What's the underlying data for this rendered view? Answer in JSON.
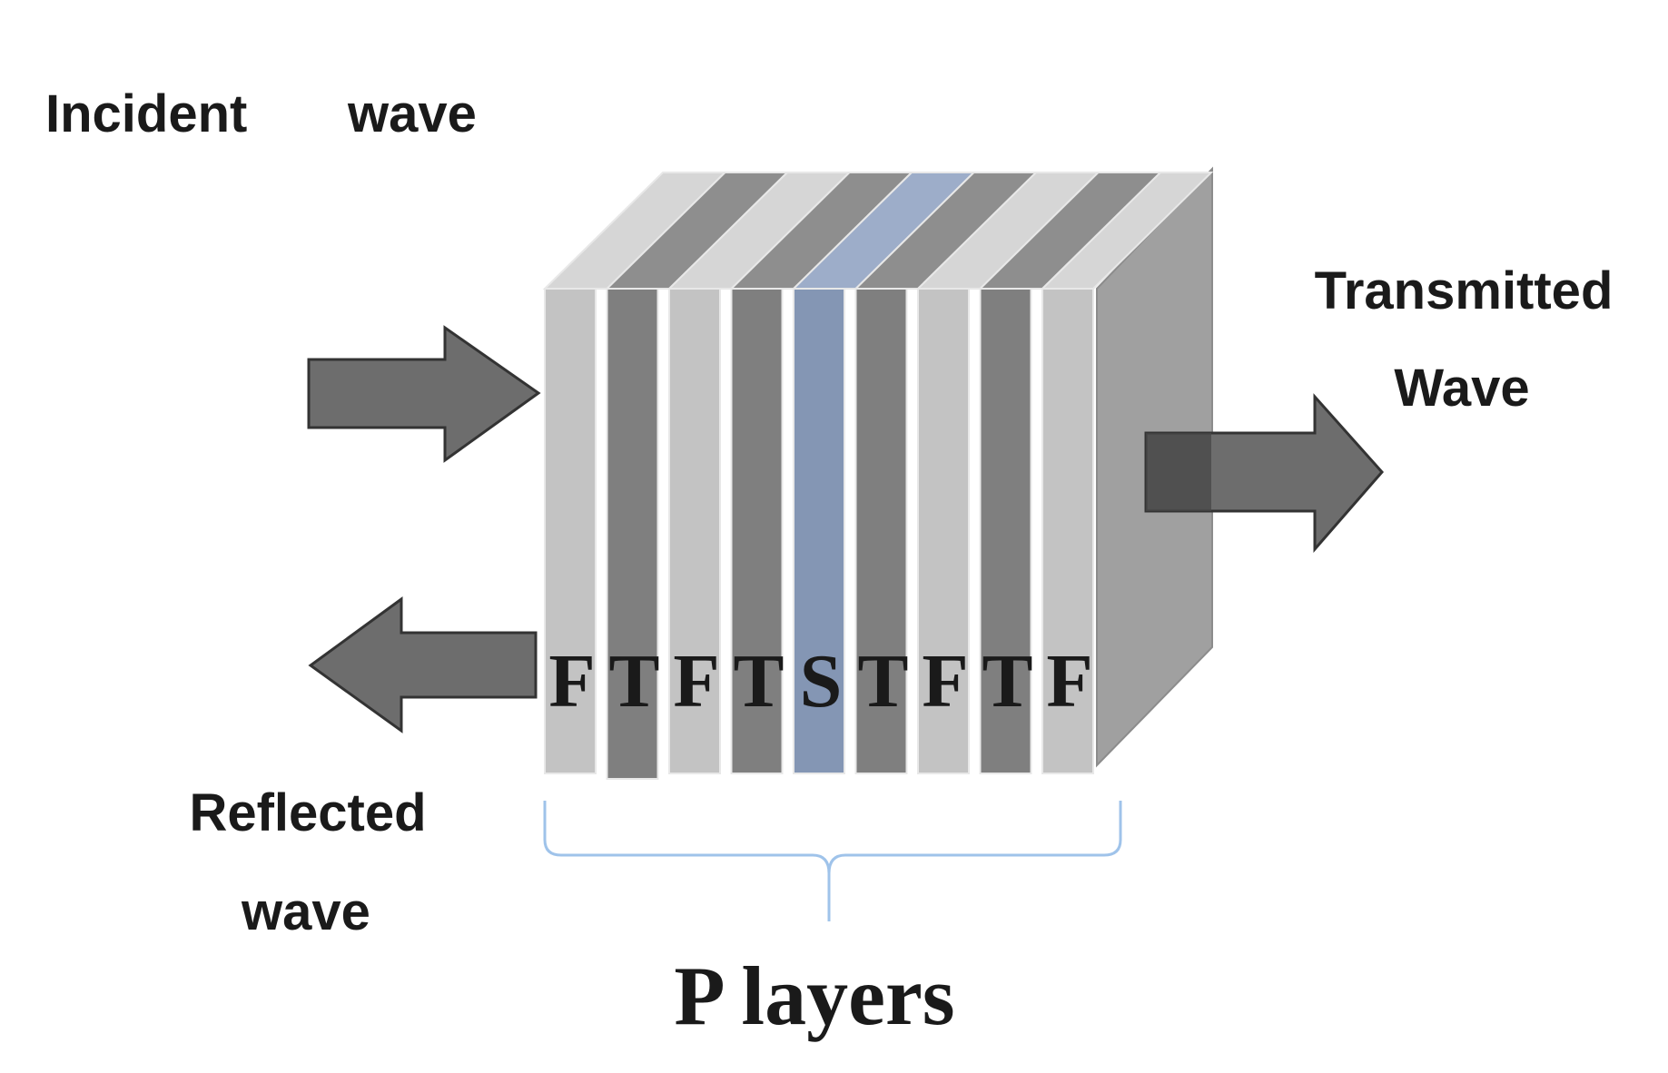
{
  "labels": {
    "incident_word1": "Incident",
    "incident_word2": "wave",
    "transmitted_line1": "Transmitted",
    "transmitted_line2": "Wave",
    "reflected_line1": "Reflected",
    "reflected_line2": "wave",
    "brace_label": "P layers"
  },
  "layers": [
    {
      "letter": "F",
      "material": "F"
    },
    {
      "letter": "T",
      "material": "T"
    },
    {
      "letter": "F",
      "material": "F"
    },
    {
      "letter": "T",
      "material": "T"
    },
    {
      "letter": "S",
      "material": "S"
    },
    {
      "letter": "T",
      "material": "T"
    },
    {
      "letter": "F",
      "material": "F"
    },
    {
      "letter": "T",
      "material": "T"
    },
    {
      "letter": "F",
      "material": "F"
    }
  ],
  "colors": {
    "F_front": "#c3c3c3",
    "F_top": "#d6d6d6",
    "T_front": "#7f7f7f",
    "T_top": "#8e8e8e",
    "S_front": "#8496b4",
    "S_top": "#9dadc9",
    "side_face": "#a0a0a0",
    "arrow_fill": "#6d6d6d",
    "brace": "#9fc3ea"
  }
}
